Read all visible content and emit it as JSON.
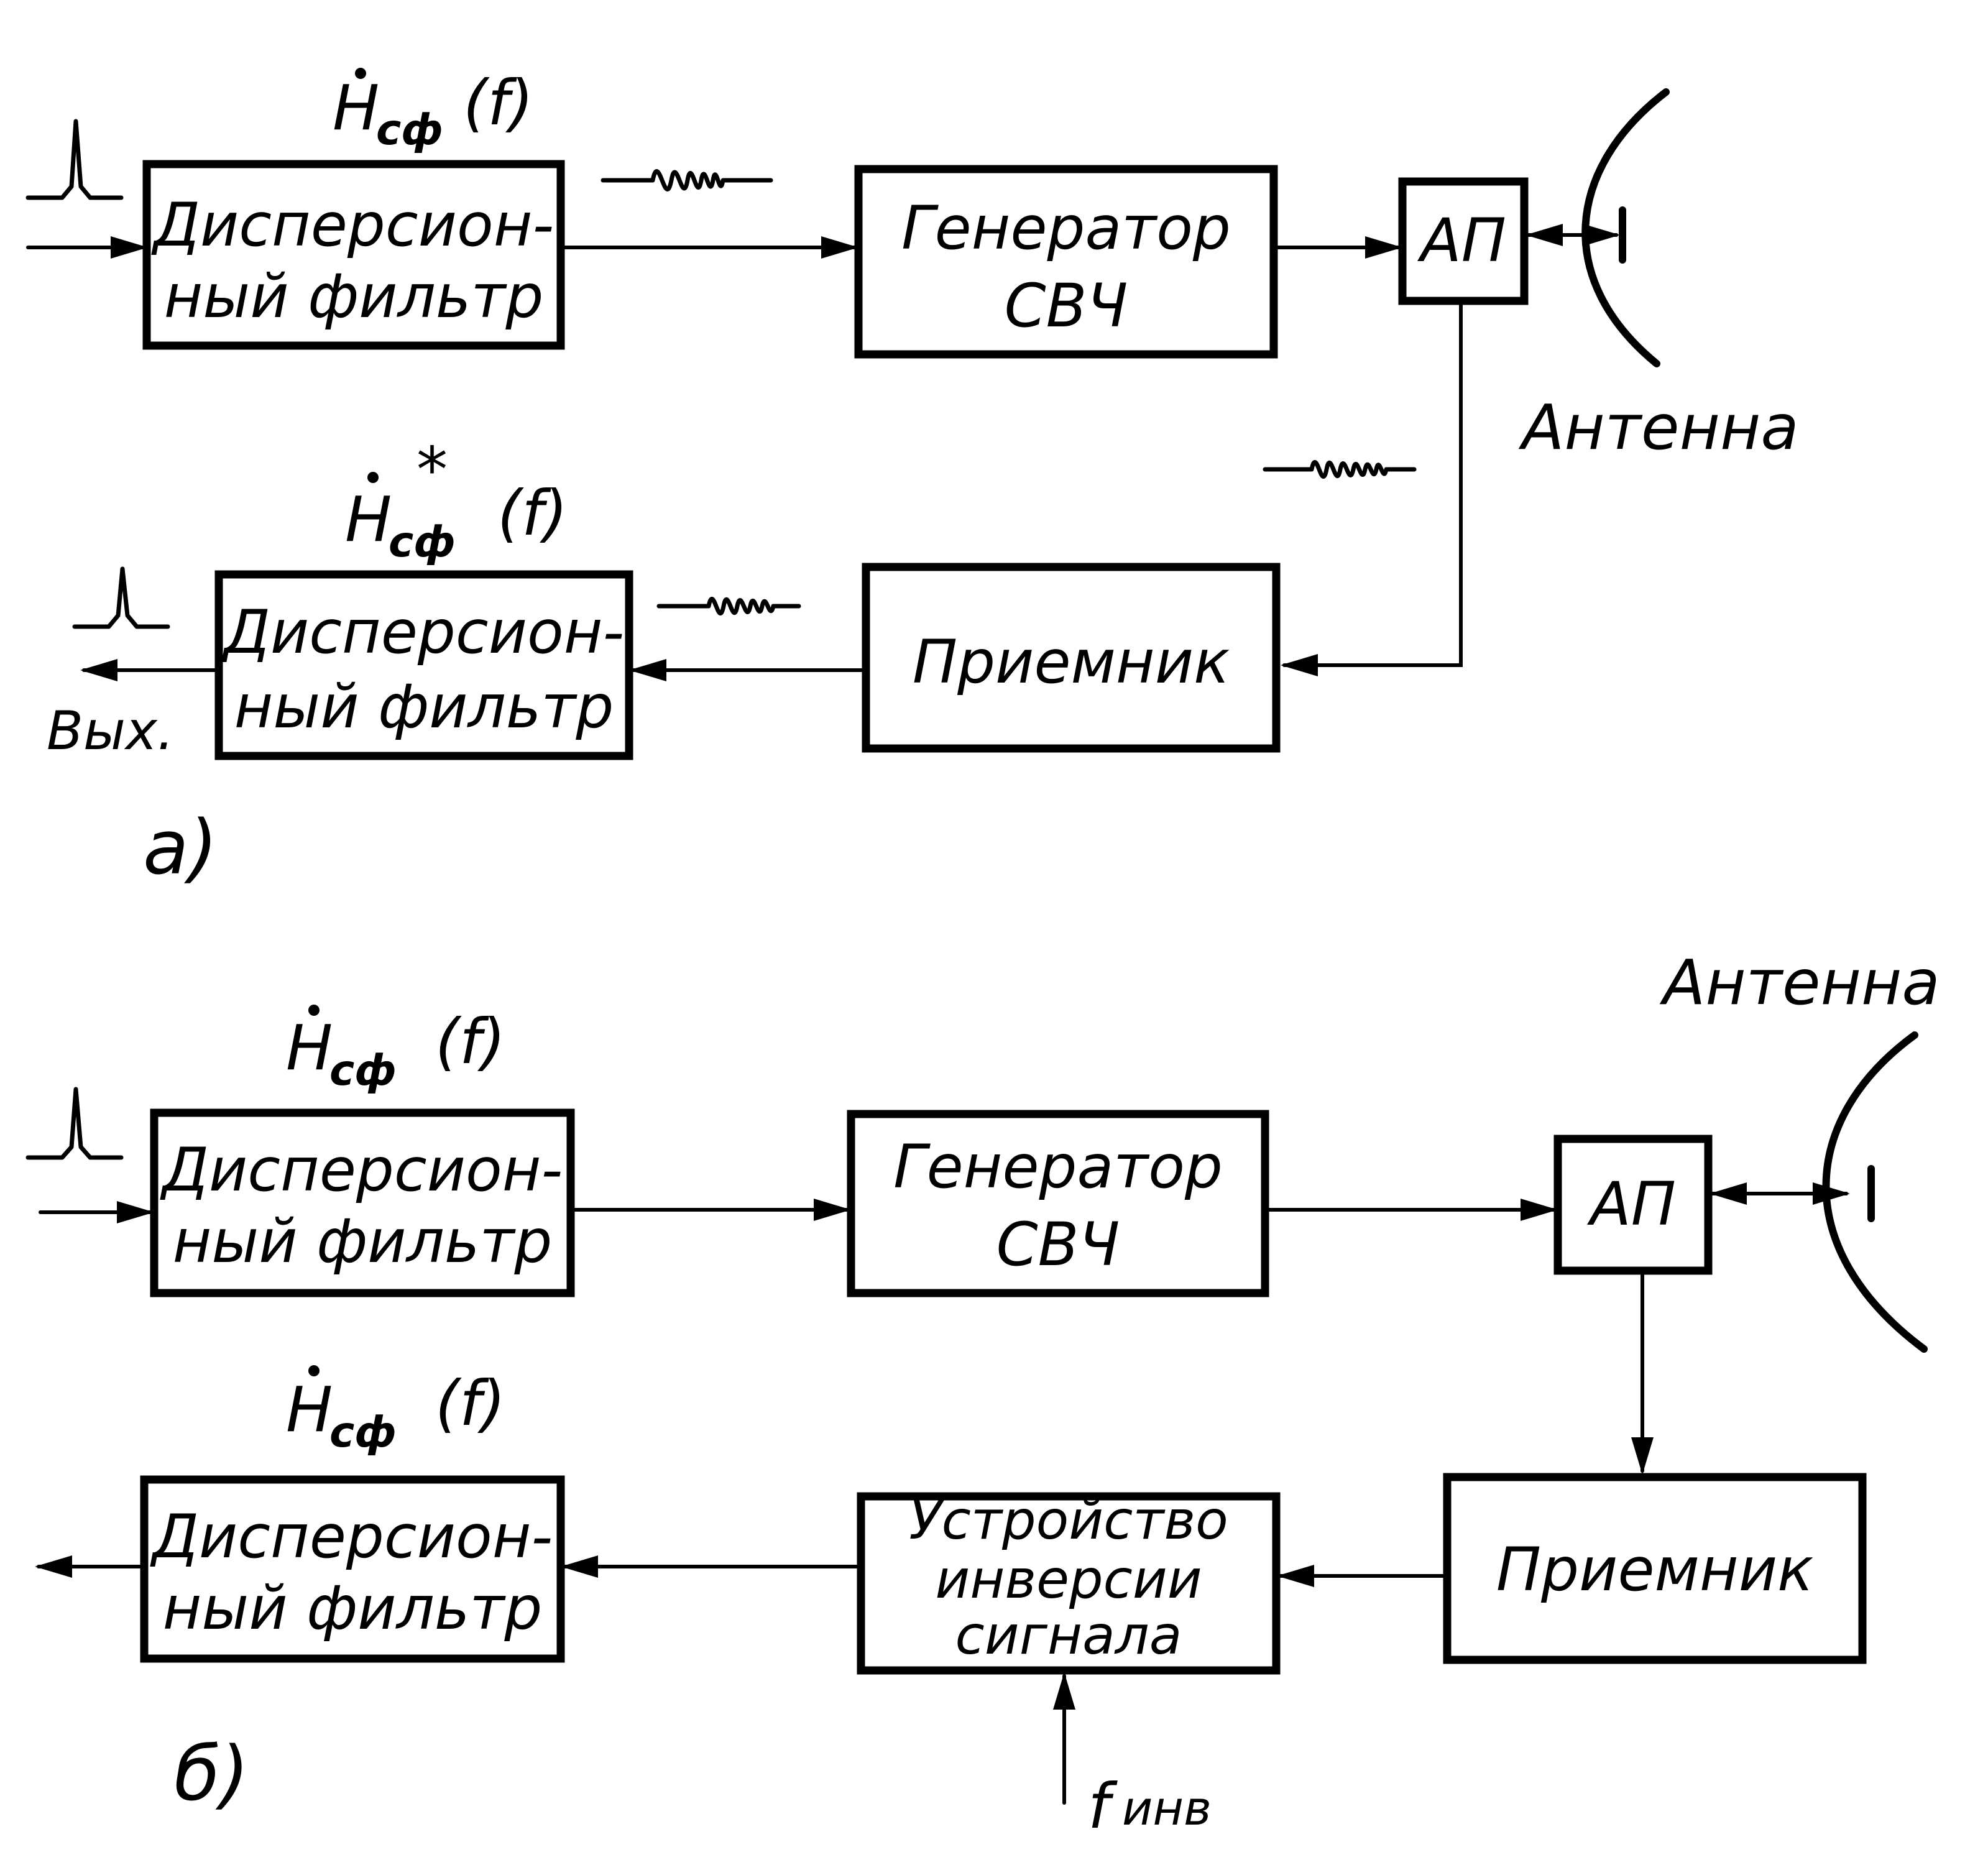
{
  "part_a": {
    "label": "а)",
    "tx_filter": {
      "line1": "Дисперсион-",
      "line2": "ный фильтр",
      "transfer_main": "H",
      "transfer_sub": "сф",
      "transfer_arg": "(f)"
    },
    "generator": {
      "line1": "Генератор",
      "line2": "СВЧ"
    },
    "ap": {
      "label": "АП"
    },
    "antenna": {
      "label": "Антенна"
    },
    "receiver": {
      "label": "Приемник"
    },
    "rx_filter": {
      "line1": "Дисперсион-",
      "line2": "ный фильтр",
      "transfer_main": "H",
      "transfer_star": "*",
      "transfer_sub": "сф",
      "transfer_arg": "(f)"
    },
    "output": {
      "label": "Вых."
    }
  },
  "part_b": {
    "label": "б)",
    "tx_filter": {
      "line1": "Дисперсион-",
      "line2": "ный фильтр",
      "transfer_main": "H",
      "transfer_sub": "сф",
      "transfer_arg": "(f)"
    },
    "generator": {
      "line1": "Генератор",
      "line2": "СВЧ"
    },
    "ap": {
      "label": "АП"
    },
    "antenna": {
      "label": "Антенна"
    },
    "receiver": {
      "label": "Приемник"
    },
    "inverter": {
      "line1": "Устройство",
      "line2": "инверсии",
      "line3": "сигнала"
    },
    "rx_filter": {
      "line1": "Дисперсион-",
      "line2": "ный фильтр",
      "transfer_main": "H",
      "transfer_sub": "сф",
      "transfer_arg": "(f)"
    },
    "inversion_input": {
      "main": "f",
      "sub": "инв"
    }
  }
}
